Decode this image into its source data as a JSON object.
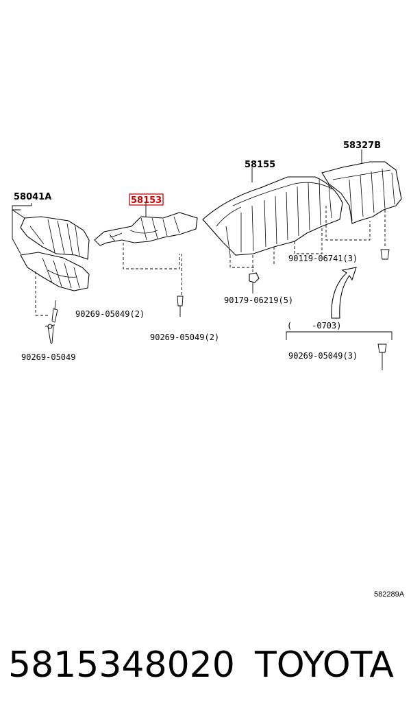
{
  "callouts": {
    "part_58041a": "58041A",
    "part_58153": "58153",
    "part_58155": "58155",
    "part_58327b": "58327B",
    "bolt_90119": "90119-06741(3)",
    "nut_90179": "90179-06219(5)",
    "bolt_90269_left_2": "90269-05049(2)",
    "bolt_90269_left": "90269-05049",
    "bolt_90269_center": "90269-05049(2)",
    "date_range": "(    -0703)",
    "bolt_90269_right": "90269-05049(3)"
  },
  "highlighted_part": "58153",
  "diagram_code": "582289A",
  "footer": {
    "part_number": "5815348020",
    "brand": "TOYOTA"
  },
  "colors": {
    "highlight": "#cc0000",
    "line": "#000000",
    "background": "#ffffff"
  }
}
